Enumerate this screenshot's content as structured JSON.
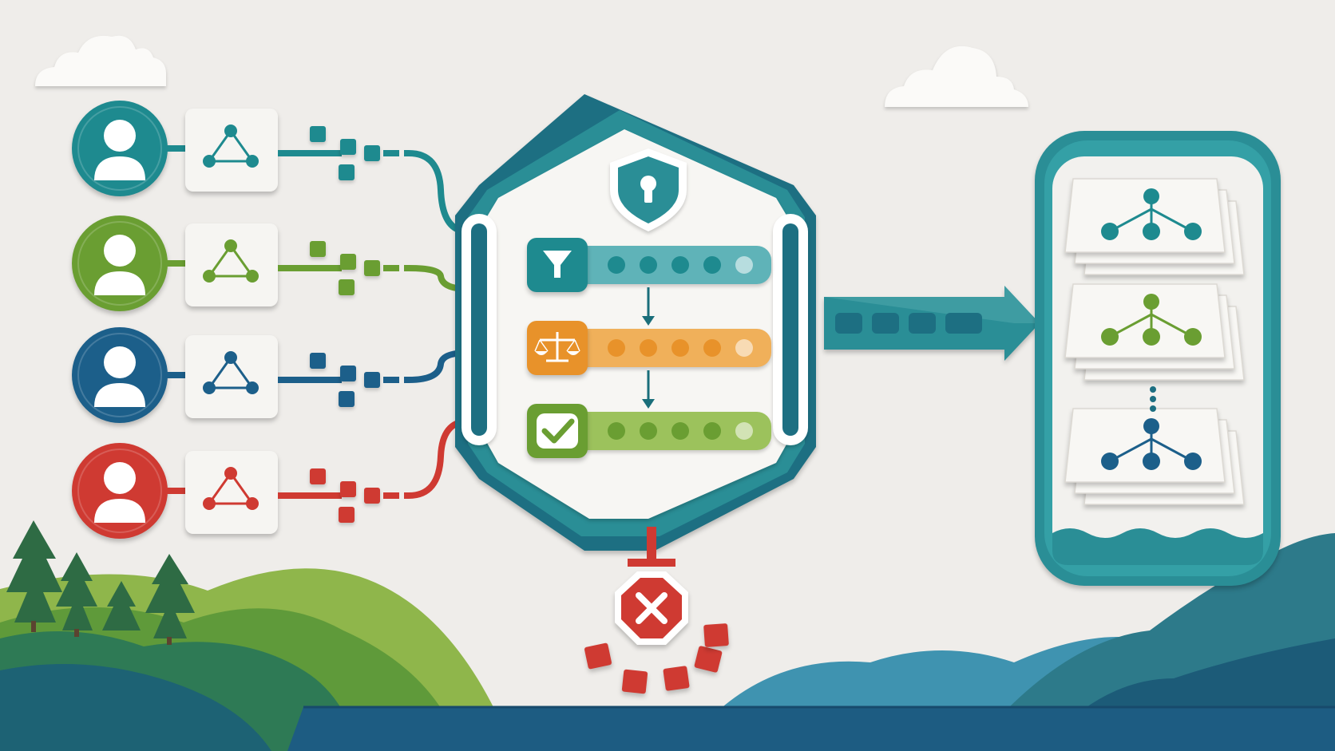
{
  "colors": {
    "background": "#efedea",
    "teal": "#1e8a8f",
    "teal_light": "#5fb3b8",
    "dark_teal": "#1a6e7a",
    "green": "#6a9e32",
    "green_light": "#9cc25c",
    "blue": "#1c5f8a",
    "orange": "#e8922a",
    "orange_light": "#f0b05a",
    "red": "#cf3a32",
    "card_white": "#f6f5f2",
    "forest": "#2e6b44",
    "hill_green": "#7aa640",
    "lake": "#1d5c82"
  },
  "sources": [
    {
      "color_key": "teal",
      "avatar_icon": "user-icon",
      "graph_icon": "triangle-graph-icon"
    },
    {
      "color_key": "green",
      "avatar_icon": "user-icon",
      "graph_icon": "triangle-graph-icon"
    },
    {
      "color_key": "blue",
      "avatar_icon": "user-icon",
      "graph_icon": "triangle-graph-icon"
    },
    {
      "color_key": "red",
      "avatar_icon": "user-icon",
      "graph_icon": "triangle-graph-icon"
    }
  ],
  "gateway": {
    "badge_icon": "shield-lock-icon",
    "stages": [
      {
        "icon": "filter-icon",
        "color_key": "teal",
        "dots": 5
      },
      {
        "icon": "scales-icon",
        "color_key": "orange",
        "dots": 5
      },
      {
        "icon": "check-icon",
        "color_key": "green",
        "dots": 5
      }
    ],
    "reject_icon": "stop-x-icon",
    "rejected_blocks": 5
  },
  "output": {
    "arrow_segments": 4,
    "stacks": [
      {
        "color_key": "teal",
        "icon": "tree-graph-icon"
      },
      {
        "color_key": "green",
        "icon": "tree-graph-icon"
      },
      {
        "color_key": "blue",
        "icon": "tree-graph-icon"
      }
    ],
    "ellipsis_icon": "vertical-ellipsis-icon"
  }
}
